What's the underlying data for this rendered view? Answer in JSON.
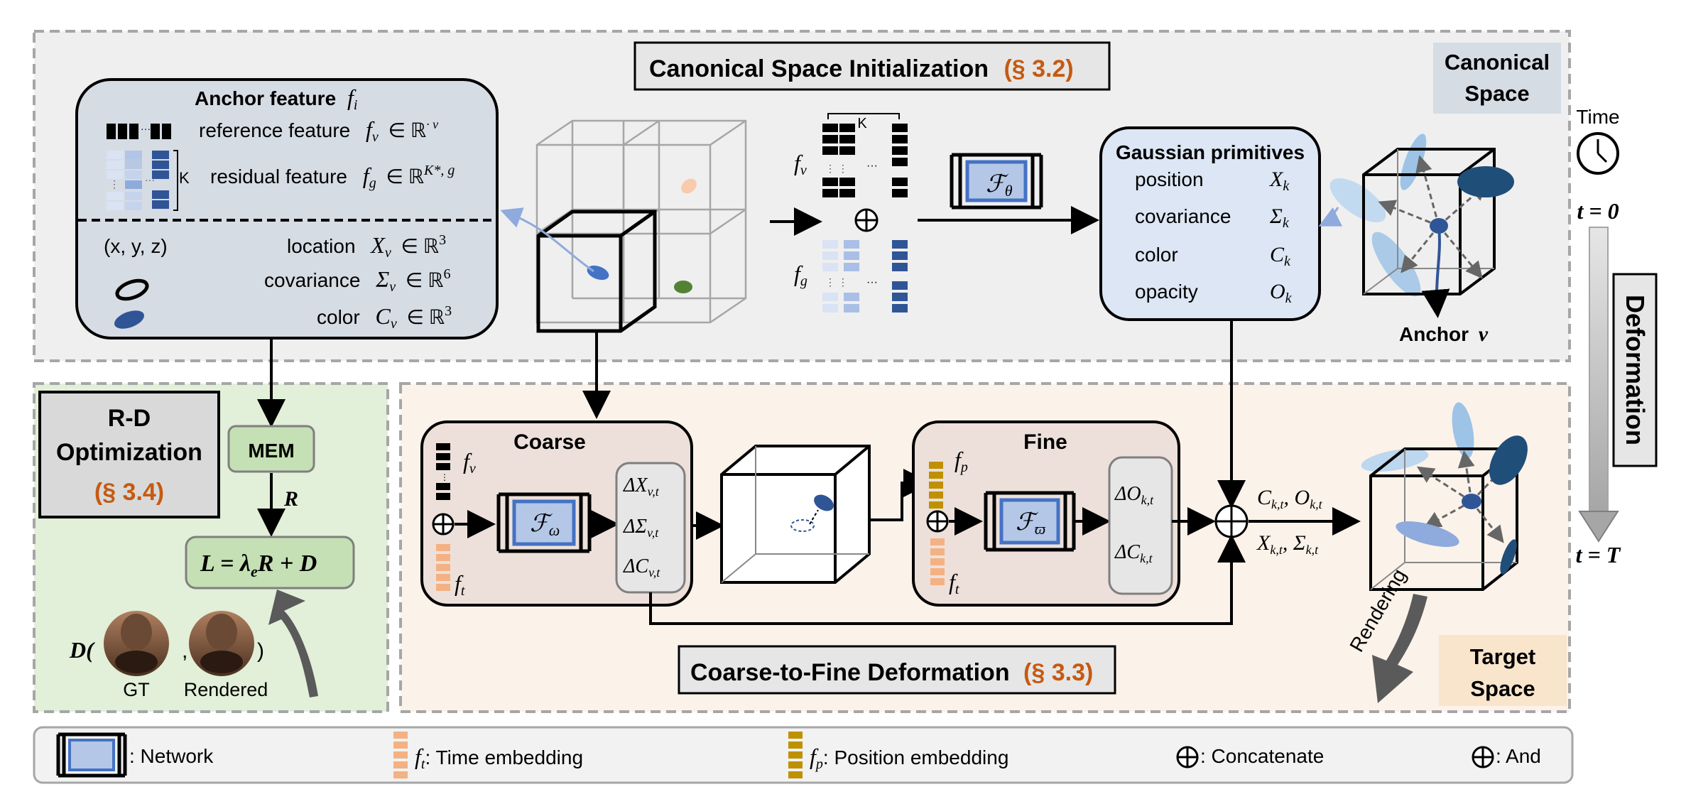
{
  "canonical": {
    "title": "Canonical Space Initialization",
    "title_ref": "(§ 3.2)",
    "space_label_1": "Canonical",
    "space_label_2": "Space"
  },
  "anchor_box": {
    "title": "Anchor feature",
    "title_sym": "f",
    "title_sub": "i",
    "ref_label": "reference feature",
    "ref_math": "f",
    "ref_sub": "v",
    "ref_set": "∈ ℝ",
    "ref_sup": "· v",
    "res_label": "residual feature",
    "res_math": "f",
    "res_sub": "g",
    "res_set": "∈ ℝ",
    "res_sup": "K*, g",
    "k_label": "K",
    "xyz": "(x, y, z)",
    "loc_label": "location",
    "loc_math": "X",
    "loc_sub": "v",
    "loc_set": "∈ ℝ",
    "loc_sup": "3",
    "cov_label": "covariance",
    "cov_math": "Σ",
    "cov_sub": "v",
    "cov_set": "∈ ℝ",
    "cov_sup": "6",
    "col_label": "color",
    "col_math": "C",
    "col_sub": "v",
    "col_set": "∈ ℝ",
    "col_sup": "3"
  },
  "feature_stack": {
    "k_label": "K",
    "fv": "f",
    "fv_sub": "v",
    "fg": "f",
    "fg_sub": "g",
    "dots": "···"
  },
  "network_theta": {
    "sym": "ℱ",
    "sub": "θ"
  },
  "gaussian": {
    "title": "Gaussian primitives",
    "rows": [
      {
        "label": "position",
        "sym": "X",
        "sub": "k"
      },
      {
        "label": "covariance",
        "sym": "Σ",
        "sub": "k"
      },
      {
        "label": "color",
        "sym": "C",
        "sub": "k"
      },
      {
        "label": "opacity",
        "sym": "O",
        "sub": "k"
      }
    ]
  },
  "anchor_label": {
    "text": "Anchor",
    "sym": "v"
  },
  "time": {
    "label": "Time",
    "t0": "t = 0",
    "tT": "t = T",
    "deformation": "Deformation"
  },
  "rd": {
    "title_1": "R-D",
    "title_2": "Optimization",
    "ref": "(§ 3.4)",
    "mem": "MEM",
    "r_label": "R",
    "loss": "L =  λ",
    "loss_sub": "e",
    "loss_tail": "R + D",
    "d_label": "D(",
    "comma": ",",
    "close": ")",
    "gt": "GT",
    "rendered": "Rendered"
  },
  "coarse": {
    "title": "Coarse",
    "fv": "f",
    "fv_sub": "v",
    "ft": "f",
    "ft_sub": "t",
    "net_sym": "ℱ",
    "net_sub": "ω",
    "outputs": [
      {
        "sym": "ΔX",
        "sub": "v,t"
      },
      {
        "sym": "ΔΣ",
        "sub": "v,t"
      },
      {
        "sym": "ΔC",
        "sub": "v,t"
      }
    ]
  },
  "fine": {
    "title": "Fine",
    "fp": "f",
    "fp_sub": "p",
    "ft": "f",
    "ft_sub": "t",
    "net_sym": "ℱ",
    "net_sub": "ϖ",
    "outputs": [
      {
        "sym": "ΔO",
        "sub": "k,t"
      },
      {
        "sym": "ΔC",
        "sub": "k,t"
      }
    ]
  },
  "result": {
    "line1_a": "C",
    "line1_a_sub": "k,t",
    "line1_b": ", O",
    "line1_b_sub": "k,t",
    "line2_a": "X",
    "line2_a_sub": "k,t",
    "line2_b": ", Σ",
    "line2_b_sub": "k,t"
  },
  "deform_title": {
    "text": "Coarse-to-Fine Deformation",
    "ref": "(§ 3.3)"
  },
  "rendering": "Rendering",
  "target": {
    "label_1": "Target",
    "label_2": "Space"
  },
  "legend": {
    "network": ": Network",
    "ft_sym": "f",
    "ft_sub": "t",
    "ft_text": ": Time embedding",
    "fp_sym": "f",
    "fp_sub": "p",
    "fp_text": ": Position embedding",
    "concat": ": Concatenate",
    "and": ": And"
  },
  "colors": {
    "orange": "#c55a11",
    "panel_gray": "#efefef",
    "anchor_fill": "#d6dce4",
    "gauss_fill": "#dce6f4",
    "rd_fill": "#e2efd9",
    "deform_fill": "#fbf2ea",
    "coarse_fill": "#ede0da",
    "net_blue": "#4472c4",
    "net_fill": "#b4c7e7",
    "time_emb": "#f4b183",
    "pos_emb": "#bf9000"
  }
}
